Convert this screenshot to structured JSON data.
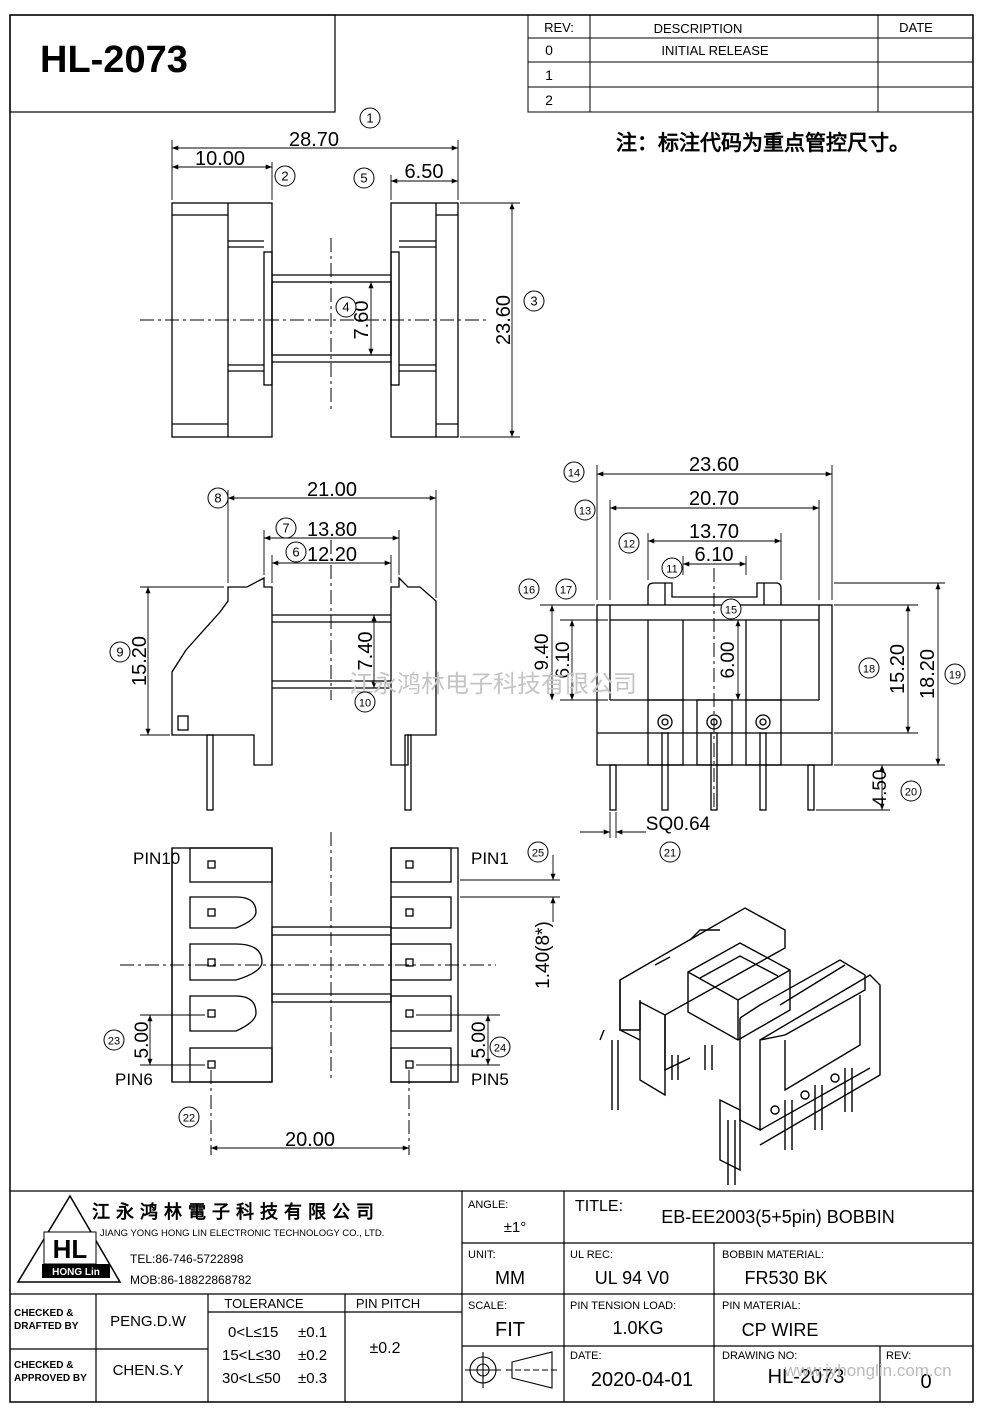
{
  "header": {
    "part_number": "HL-2073",
    "rev_table": {
      "headers": [
        "REV:",
        "DESCRIPTION",
        "DATE"
      ],
      "rows": [
        {
          "rev": "0",
          "description": "INITIAL RELEASE",
          "date": ""
        },
        {
          "rev": "1",
          "description": "",
          "date": ""
        },
        {
          "rev": "2",
          "description": "",
          "date": ""
        }
      ]
    },
    "note": "注：标注代码为重点管控尺寸。"
  },
  "dimensions": {
    "top_view": {
      "overall_width": "28.70",
      "left_flange": "10.00",
      "right_flange": "6.50",
      "height": "23.60",
      "core": "7.60",
      "markers": {
        "m1": "1",
        "m2": "2",
        "m3": "3",
        "m4": "4",
        "m5": "5"
      }
    },
    "side_view": {
      "width": "21.00",
      "inner1": "13.80",
      "inner2": "12.20",
      "height": "15.20",
      "core": "7.40",
      "markers": {
        "m6": "6",
        "m7": "7",
        "m8": "8",
        "m9": "9",
        "m10": "10"
      }
    },
    "front_view": {
      "w1": "23.60",
      "w2": "20.70",
      "w3": "13.70",
      "w4": "6.10",
      "h_left1": "9.40",
      "h_left2": "6.10",
      "h_core": "6.00",
      "h_right1": "15.20",
      "h_right2": "18.20",
      "pin_len": "4.50",
      "pin_size": "SQ0.64",
      "markers": {
        "m11": "11",
        "m12": "12",
        "m13": "13",
        "m14": "14",
        "m15": "15",
        "m16": "16",
        "m17": "17",
        "m18": "18",
        "m19": "19",
        "m20": "20",
        "m21": "21"
      }
    },
    "bottom_view": {
      "pin_left_top": "PIN10",
      "pin_left_bottom": "PIN6",
      "pin_right_top": "PIN1",
      "pin_right_bottom": "PIN5",
      "pitch_left": "5.00",
      "pitch_right": "5.00",
      "pin_offset": "1.40(8*)",
      "pin_span": "20.00",
      "markers": {
        "m22": "22",
        "m23": "23",
        "m24": "24",
        "m25": "25"
      }
    },
    "watermark": "江永鸿林电子科技有限公司"
  },
  "title_block": {
    "company_cn": "江永鸿林電子科技有限公司",
    "company_en": "JIANG YONG HONG LIN ELECTRONIC TECHNOLOGY CO., LTD.",
    "logo_text": "HL",
    "logo_sub": "HONG Lin",
    "tel": "TEL:86-746-5722898",
    "mob": "MOB:86-18822868782",
    "angle_label": "ANGLE:",
    "angle_value": "±1°",
    "title_label": "TITLE:",
    "title_value": "EB-EE2003(5+5pin) BOBBIN",
    "unit_label": "UNIT:",
    "unit_value": "MM",
    "ul_label": "UL REC:",
    "ul_value": "UL 94 V0",
    "bobbin_mat_label": "BOBBIN MATERIAL:",
    "bobbin_mat_value": "FR530 BK",
    "checked_drafted_label1": "CHECKED &",
    "checked_drafted_label2": "DRAFTED BY",
    "checked_drafted_value": "PENG.D.W",
    "checked_approved_label1": "CHECKED &",
    "checked_approved_label2": "APPROVED BY",
    "checked_approved_value": "CHEN.S.Y",
    "tolerance_label": "TOLERANCE",
    "tolerance_rows": [
      {
        "range": "0<L≤15",
        "value": "±0.1"
      },
      {
        "range": "15<L≤30",
        "value": "±0.2"
      },
      {
        "range": "30<L≤50",
        "value": "±0.3"
      }
    ],
    "pin_pitch_label": "PIN PITCH",
    "pin_pitch_value": "±0.2",
    "scale_label": "SCALE:",
    "scale_value": "FIT",
    "pin_tension_label": "PIN TENSION LOAD:",
    "pin_tension_value": "1.0KG",
    "pin_mat_label": "PIN MATERIAL:",
    "pin_mat_value": "CP WIRE",
    "date_label": "DATE:",
    "date_value": "2020-04-01",
    "drawing_no_label": "DRAWING NO:",
    "drawing_no_value": "HL-2073",
    "rev_label": "REV:",
    "rev_value": "0",
    "website": "www.jyhonglin.com.cn"
  }
}
